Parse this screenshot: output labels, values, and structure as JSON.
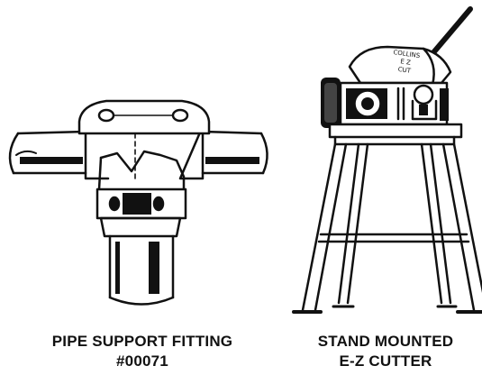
{
  "left": {
    "title_line1": "PIPE SUPPORT FITTING",
    "title_line2": "#00071"
  },
  "right": {
    "title_line1": "STAND MOUNTED",
    "title_line2": "E-Z CUTTER",
    "machine_text": [
      "COLLINS",
      "E Z",
      "CUT"
    ]
  },
  "colors": {
    "ink": "#111111",
    "paper": "#ffffff"
  }
}
